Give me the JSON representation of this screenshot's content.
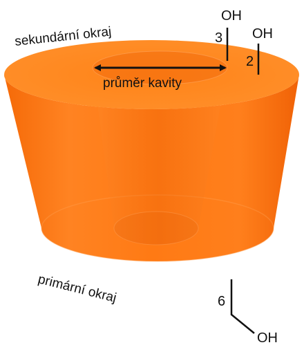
{
  "labels": {
    "secondary_rim": "sekundární okraj",
    "primary_rim": "primární okraj",
    "cavity_diameter": "průměr kavity"
  },
  "substituents": {
    "pos3_number": "3",
    "pos3_group": "OH",
    "pos2_number": "2",
    "pos2_group": "OH",
    "pos6_number": "6",
    "pos6_group": "OH"
  },
  "colors": {
    "body": "#ff7a14",
    "top_face": "#ff8c26",
    "cavity": "#e06008"
  }
}
